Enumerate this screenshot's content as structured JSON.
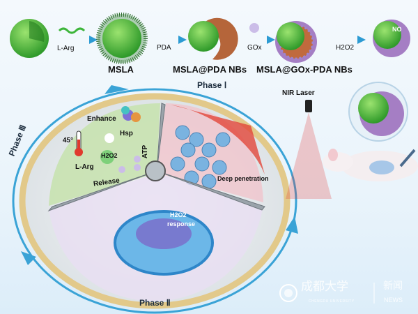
{
  "synthesis": {
    "step1_reagent": "L-Arg",
    "product1": "MSLA",
    "step2_reagent": "PDA",
    "product2": "MSLA@PDA NBs",
    "step3_reagent": "GOx",
    "product3": "MSLA@GOx-PDA NBs",
    "step4_reagent": "H2O2",
    "release_label": "NO"
  },
  "phases": {
    "phase1": "Phase Ⅰ",
    "phase2": "Phase Ⅱ",
    "phase3": "Phase Ⅲ"
  },
  "laser": "NIR Laser",
  "phase3_panel": {
    "enhance": "Enhance",
    "temperature": "45°",
    "hsp": "Hsp",
    "atp": "ATP",
    "larg": "L-Arg",
    "h2o2": "H2O2",
    "release": "Release"
  },
  "phase1_panel": {
    "deep_penetration": "Deep penetration"
  },
  "phase2_panel": {
    "h2o2": "H2O2",
    "response": "response"
  },
  "watermark": {
    "university_cn": "成都大学",
    "university_en": "CHENGDU UNIVERSITY",
    "news_cn": "新闻",
    "news_en": "NEWS"
  },
  "colors": {
    "arrow": "#3aa3d6",
    "ring": "#e2c98a",
    "green": "#3fb83c",
    "pda": "#b5653a"
  }
}
